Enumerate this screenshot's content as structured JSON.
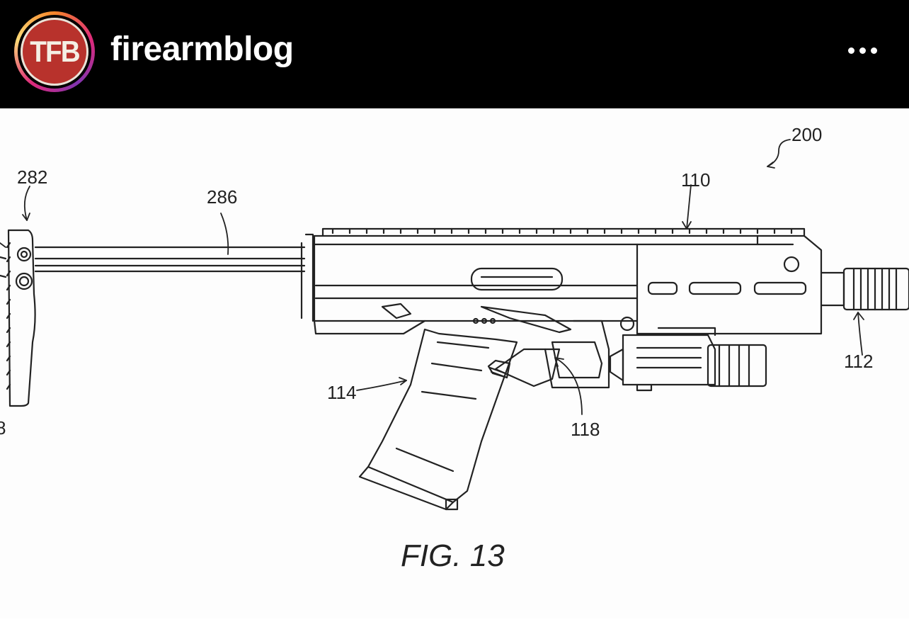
{
  "header": {
    "avatar_text": "TFB",
    "username": "firearmblog",
    "more_label": "•••"
  },
  "figure": {
    "caption": "FIG. 13",
    "labels": {
      "ref_200": "200",
      "ref_282": "282",
      "ref_286": "286",
      "ref_110": "110",
      "ref_112": "112",
      "ref_114": "114",
      "ref_118": "118",
      "ref_partial": "8"
    }
  }
}
